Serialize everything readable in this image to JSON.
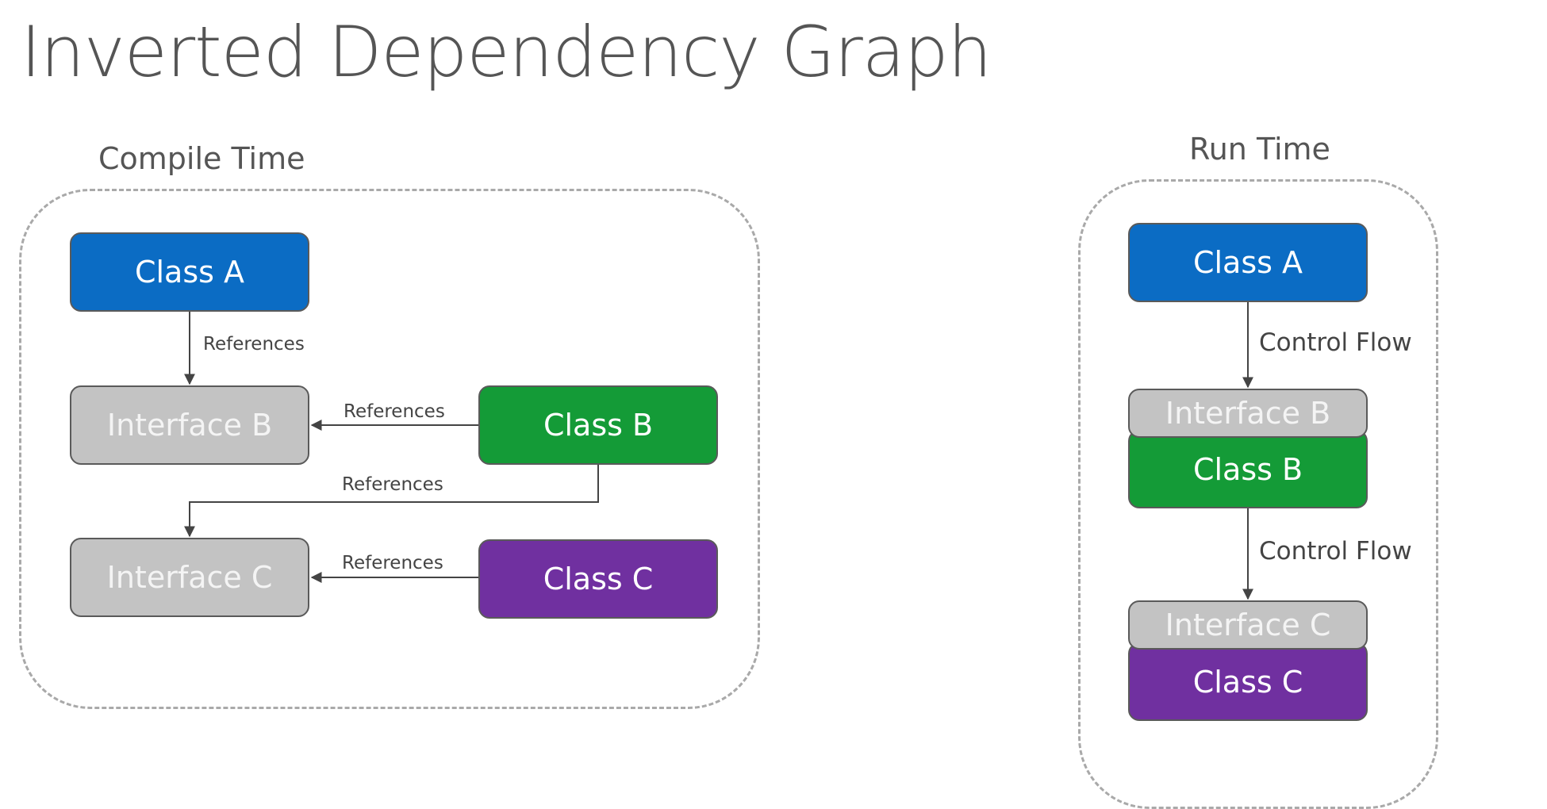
{
  "title": "Inverted Dependency Graph",
  "compile_time": {
    "label": "Compile Time",
    "nodes": {
      "class_a": "Class A",
      "interface_b": "Interface B",
      "class_b": "Class B",
      "interface_c": "Interface C",
      "class_c": "Class C"
    },
    "edges": {
      "a_to_interface_b": "References",
      "class_b_to_interface_b": "References",
      "class_b_to_interface_c": "References",
      "class_c_to_interface_c": "References"
    }
  },
  "run_time": {
    "label": "Run Time",
    "nodes": {
      "class_a": "Class A",
      "interface_b": "Interface B",
      "class_b": "Class B",
      "interface_c": "Interface C",
      "class_c": "Class C"
    },
    "edges": {
      "a_to_b": "Control Flow",
      "b_to_c": "Control Flow"
    }
  },
  "colors": {
    "class_a": "#0b6cc4",
    "interface": "#c3c3c3",
    "class_b": "#149b37",
    "class_c": "#7030a0",
    "region_border": "#a9a9a9",
    "text": "#555555"
  }
}
